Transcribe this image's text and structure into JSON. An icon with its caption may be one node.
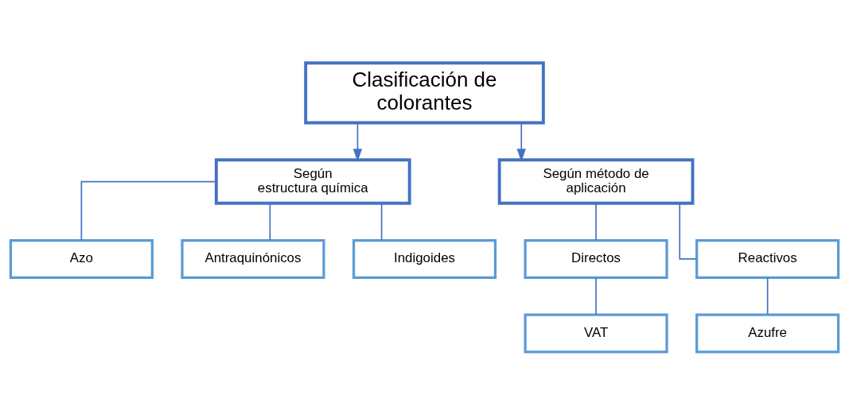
{
  "diagram": {
    "nodes": [
      {
        "text": [
          "Clasificación de colorantes"
        ]
      },
      {
        "text": [
          "Según estructura química"
        ]
      },
      {
        "text": [
          "Según método de aplicación"
        ]
      },
      {
        "text": [
          "Azo"
        ]
      },
      {
        "text": [
          "Antraquinónicos"
        ]
      },
      {
        "text": [
          "Indigoides"
        ]
      },
      {
        "text": [
          "Directos"
        ]
      },
      {
        "text": [
          "Reactivos"
        ]
      },
      {
        "text": [
          "VAT"
        ]
      },
      {
        "text": [
          "Azufre"
        ]
      }
    ],
    "edges": [
      {
        "from": 0,
        "to": 1,
        "arrow": "to"
      },
      {
        "from": 0,
        "to": 2,
        "arrow": "to"
      },
      {
        "from": 1,
        "to": 3,
        "arrow": "none"
      },
      {
        "from": 1,
        "to": 4,
        "arrow": "none"
      },
      {
        "from": 1,
        "to": 5,
        "arrow": "none"
      },
      {
        "from": 2,
        "to": 6,
        "arrow": "none"
      },
      {
        "from": 2,
        "to": 7,
        "arrow": "none"
      },
      {
        "from": 6,
        "to": 8,
        "arrow": "none"
      },
      {
        "from": 7,
        "to": 9,
        "arrow": "none"
      }
    ]
  }
}
